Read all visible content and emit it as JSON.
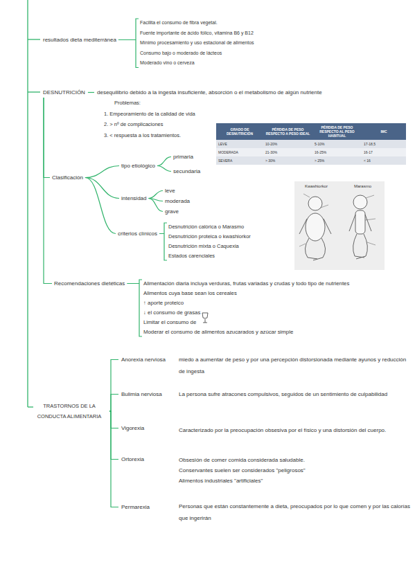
{
  "diagram": {
    "nodes": [
      {
        "text": [
          "resultados dieta mediterránea"
        ]
      },
      {
        "text": [
          "Facilita el consumo de fibra vegetal.",
          "Fuente importante de ácido fólico, vitamina B6 y B12",
          "Mínimo procesamiento y uso estacional de alimentos",
          "Consumo bajo o moderado de lácteos",
          "Moderado vino o cerveza"
        ]
      },
      {
        "text": [
          "DESNUTRICIÓN"
        ]
      },
      {
        "text": [
          "desequilibrio debido a la ingesta insuficiente, absorción o el metabolismo de algún nutriente"
        ]
      },
      {
        "text": [
          "Problemas:",
          "1. Empeoramiento de la calidad de vida",
          "2. > nº de complicaciones",
          "3. < respuesta a los tratamientos."
        ]
      },
      {
        "text": [
          "Clasificación"
        ]
      },
      {
        "text": [
          "tipo etiológico"
        ]
      },
      {
        "text": [
          "primaria"
        ]
      },
      {
        "text": [
          "secundaria"
        ]
      },
      {
        "text": [
          "intensidad"
        ]
      },
      {
        "text": [
          "leve"
        ]
      },
      {
        "text": [
          "moderada"
        ]
      },
      {
        "text": [
          "grave"
        ]
      },
      {
        "text": [
          "criterios clínicos"
        ]
      },
      {
        "text": [
          "Desnutrición calórica o Marasmo",
          "Desnutrición proteica o kwashiorkor",
          "Desnutrición mixta o Caquexia",
          "Estados carenciales"
        ]
      },
      {
        "text": [
          "Recomendaciones dietéticas"
        ]
      },
      {
        "text": [
          "Alimentación diaria incluya verduras, frutas variadas y crudas y todo tipo de nutrientes",
          "Alimentos cuya base sean los cereales",
          "↑ aporte proteico",
          "↓ el consumo de grasas",
          "Limitar el consumo de",
          "Moderar el consumo de alimentos azucarados y azúcar simple"
        ]
      },
      {
        "text": [
          "TRASTORNOS DE LA CONDUCTA ALIMENTARIA"
        ]
      },
      {
        "text": [
          "Anorexia nerviosa"
        ]
      },
      {
        "text": [
          "miedo a aumentar de peso y por una percepción distorsionada mediante ayunos y reducción de ingesta"
        ]
      },
      {
        "text": [
          "Bulimia nerviosa"
        ]
      },
      {
        "text": [
          "La persona sufre atracones compulsivos, seguidos de un sentimiento de culpabilidad"
        ]
      },
      {
        "text": [
          "Vigorexia"
        ]
      },
      {
        "text": [
          "Caracterizado por la preocupación obsesiva por el físico y una distorsión del cuerpo."
        ]
      },
      {
        "text": [
          "Ortorexia"
        ]
      },
      {
        "text": [
          "Obsesión de comer comida considerada saludable.",
          "Conservantes suelen ser considerados \"peligrosos\"",
          "Alimentos industriales \"artificiales\""
        ]
      },
      {
        "text": [
          "Permarexia"
        ]
      },
      {
        "text": [
          "Personas que están constantemente a dieta, preocupados por lo que comen y por las calorías que ingerirán"
        ]
      }
    ],
    "edges": [
      {
        "from": 0,
        "to": 1,
        "arrow": "none"
      },
      {
        "from": 2,
        "to": 3,
        "arrow": "none"
      },
      {
        "from": 2,
        "to": 5,
        "arrow": "none"
      },
      {
        "from": 2,
        "to": 15,
        "arrow": "none"
      },
      {
        "from": 5,
        "to": 6,
        "arrow": "none"
      },
      {
        "from": 5,
        "to": 9,
        "arrow": "none"
      },
      {
        "from": 5,
        "to": 13,
        "arrow": "none"
      },
      {
        "from": 6,
        "to": 7,
        "arrow": "none"
      },
      {
        "from": 6,
        "to": 8,
        "arrow": "none"
      },
      {
        "from": 9,
        "to": 10,
        "arrow": "none"
      },
      {
        "from": 9,
        "to": 11,
        "arrow": "none"
      },
      {
        "from": 9,
        "to": 12,
        "arrow": "none"
      },
      {
        "from": 13,
        "to": 14,
        "arrow": "none"
      },
      {
        "from": 15,
        "to": 16,
        "arrow": "none"
      },
      {
        "from": 17,
        "to": 18,
        "arrow": "none"
      },
      {
        "from": 17,
        "to": 20,
        "arrow": "none"
      },
      {
        "from": 17,
        "to": 22,
        "arrow": "none"
      },
      {
        "from": 17,
        "to": 24,
        "arrow": "none"
      },
      {
        "from": 17,
        "to": 26,
        "arrow": "none"
      }
    ],
    "labels": [
      "GRADO DE DESNUTRICIÓN",
      "PÉRDIDA DE PESO RESPECTO A PESO IDEAL",
      "PÉRDIDA DE PESO RESPECTO AL PESO HABITUAL",
      "IMC",
      "LEVE",
      "10-20%",
      "5-10%",
      "17-18,5",
      "MODERADA",
      "21-30%",
      "16-25%",
      "16-17",
      "SEVERA",
      "> 30%",
      "> 25%",
      "< 16",
      "Kwashiorkor",
      "Marasmo"
    ]
  }
}
